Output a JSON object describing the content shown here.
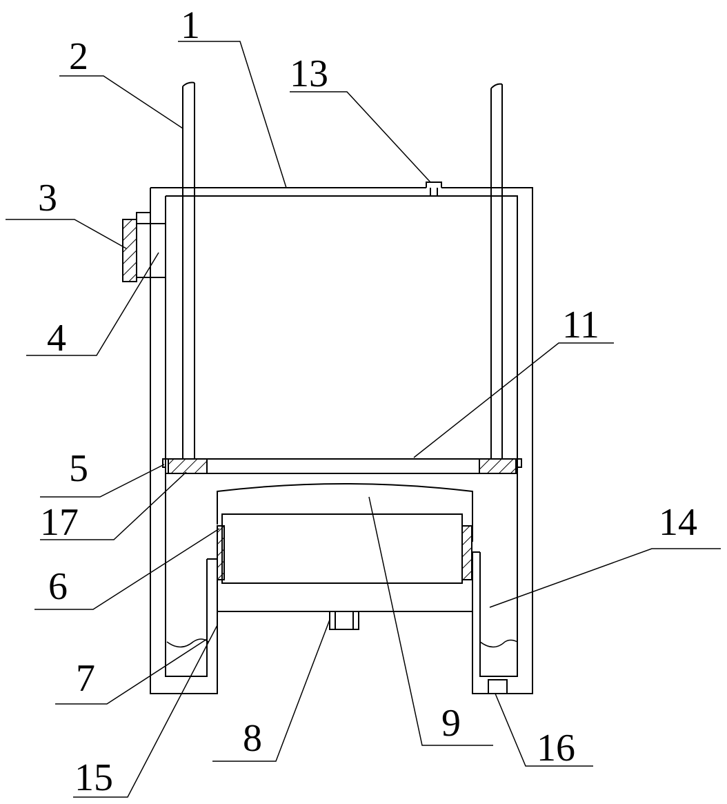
{
  "diagram": {
    "labels": [
      "1",
      "2",
      "3",
      "4",
      "5",
      "6",
      "7",
      "8",
      "9",
      "11",
      "13",
      "14",
      "15",
      "16",
      "17"
    ],
    "colors": {
      "line": "#000000",
      "background": "#ffffff"
    }
  }
}
